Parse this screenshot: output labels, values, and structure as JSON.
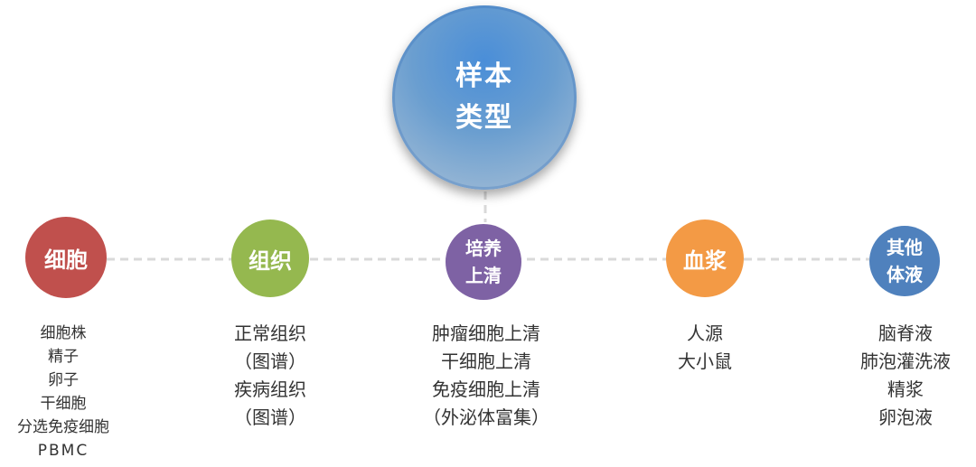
{
  "center": {
    "label": "样本类型"
  },
  "categories": [
    {
      "label": "培养上清",
      "color": "#7e62a4",
      "items": [
        "肿瘤细胞上清",
        "干细胞上清",
        "免疫细胞上清",
        "（外泌体富集）"
      ]
    },
    {
      "label": "细胞",
      "color": "#c0504d",
      "items": [
        "细胞株",
        "精子",
        "卵子",
        "干细胞",
        "分选免疫细胞",
        "PBMC"
      ]
    },
    {
      "label": "组织",
      "color": "#95b84f",
      "items": [
        "正常组织",
        "（图谱）",
        "疾病组织",
        "（图谱）"
      ]
    },
    {
      "label": "血浆",
      "color": "#f39a45",
      "items": [
        "人源",
        "大小鼠"
      ]
    },
    {
      "label": "其他体液",
      "color": "#4f81bd",
      "items": [
        "脑脊液",
        "肺泡灌洗液",
        "精浆",
        "卵泡液"
      ]
    }
  ],
  "colors": {
    "connector": "#d9d9d9",
    "text": "#333333",
    "center_top": "#4a8ed8",
    "center_bottom": "#a9c0d6"
  }
}
